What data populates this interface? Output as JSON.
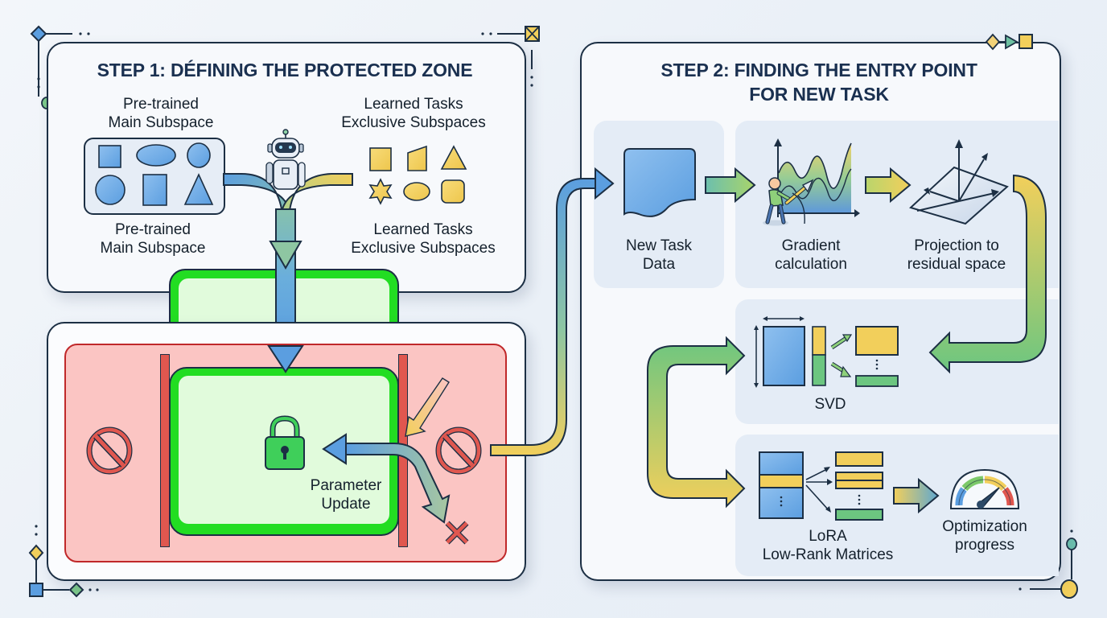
{
  "step1": {
    "title": "STEP 1: DÉFINING THE PROTECTED ZONE",
    "pretrained_top_line1": "Pre-trained",
    "pretrained_top_line2": "Main Subspace",
    "learned_top_line1": "Learned Tasks",
    "learned_top_line2": "Exclusive Subspaces",
    "pretrained_bottom_line1": "Pre-trained",
    "pretrained_bottom_line2": "Main Subspace",
    "learned_bottom_line1": "Learned Tasks",
    "learned_bottom_line2": "Exclusive Subspaces",
    "param_update_line1": "Parameter",
    "param_update_line2": "Update"
  },
  "step2": {
    "title_line1": "STEP 2: FINDING THE ENTRY POINT",
    "title_line2": "FOR NEW TASK",
    "new_task_line1": "New Task",
    "new_task_line2": "Data",
    "gradient_line1": "Gradient",
    "gradient_line2": "calculation",
    "projection_line1": "Projection to",
    "projection_line2": "residual space",
    "svd": "SVD",
    "lora_line1": "LoRA",
    "lora_line2": "Low-Rank Matrices",
    "optim_line1": "Optimization",
    "optim_line2": "progress"
  },
  "colors": {
    "blue": "#5b9ee0",
    "yellow": "#f2cf5b",
    "green": "#6cc680",
    "bright_green": "#22dd22",
    "red_zone": "#fbc5c3",
    "red_border": "#c0282a",
    "dark": "#1c2f44"
  }
}
